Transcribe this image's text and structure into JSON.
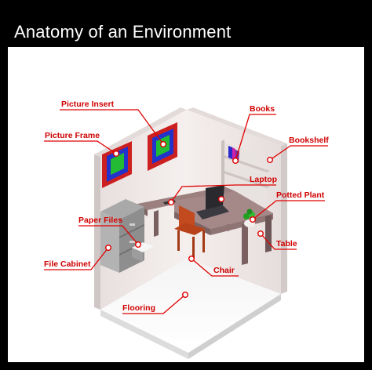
{
  "title": "Anatomy of an Environment",
  "colors": {
    "label": "#d00000",
    "leader_line": "#e00000",
    "background": "#000000",
    "panel": "#ffffff"
  },
  "labels": [
    {
      "id": "picture-insert",
      "text": "Picture Insert"
    },
    {
      "id": "picture-frame",
      "text": "Picture Frame"
    },
    {
      "id": "books",
      "text": "Books"
    },
    {
      "id": "bookshelf",
      "text": "Bookshelf"
    },
    {
      "id": "laptop",
      "text": "Laptop"
    },
    {
      "id": "potted-plant",
      "text": "Potted Plant"
    },
    {
      "id": "paper-files",
      "text": "Paper Files"
    },
    {
      "id": "table",
      "text": "Table"
    },
    {
      "id": "file-cabinet",
      "text": "File Cabinet"
    },
    {
      "id": "chair",
      "text": "Chair"
    },
    {
      "id": "flooring",
      "text": "Flooring"
    }
  ]
}
